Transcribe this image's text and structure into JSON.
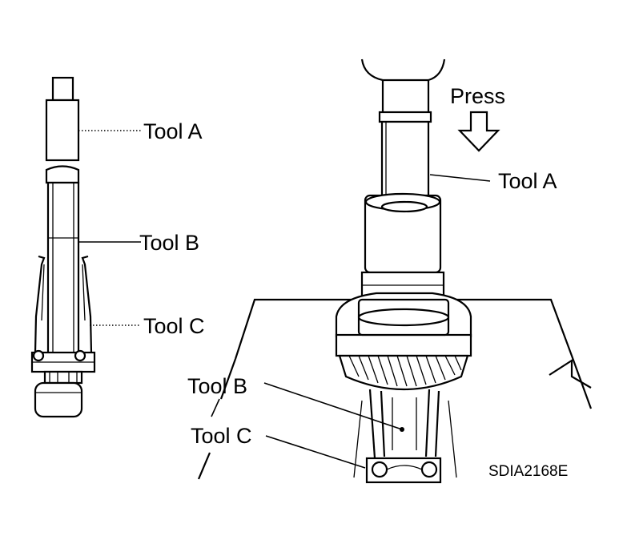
{
  "figure": {
    "code": "SDIA2168E",
    "press_label": "Press",
    "left_labels": {
      "tool_a": "Tool A",
      "tool_b": "Tool B",
      "tool_c": "Tool C"
    },
    "right_labels": {
      "tool_a": "Tool A",
      "tool_b": "Tool B",
      "tool_c": "Tool C"
    }
  }
}
